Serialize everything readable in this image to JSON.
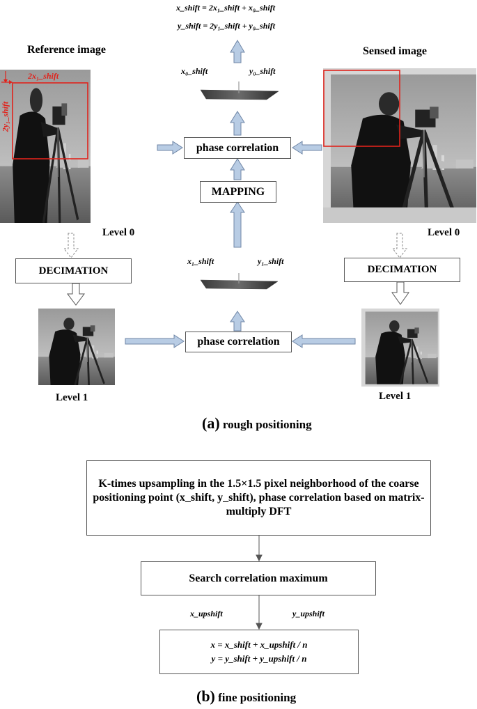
{
  "part_a": {
    "top_equations": [
      "x_shift = 2x₁_shift + x₀_shift",
      "y_shift = 2y₁_shift + y₀_shift"
    ],
    "reference_title": "Reference image",
    "sensed_title": "Sensed image",
    "ref_annotation_x": "2x₁_shift",
    "ref_annotation_y": "2y₁_shift",
    "level0_left": "Level  0",
    "level0_right": "Level  0",
    "decimation_left": "DECIMATION",
    "decimation_right": "DECIMATION",
    "level1_left": "Level  1",
    "level1_right": "Level  1",
    "x0_label": "x₀_shift",
    "y0_label": "y₀_shift",
    "x1_label": "x₁_shift",
    "y1_label": "y₁_shift",
    "phase_corr_top": "phase correlation",
    "phase_corr_bottom": "phase correlation",
    "mapping": "MAPPING",
    "caption_letter": "(a)",
    "caption_text": "rough positioning"
  },
  "part_b": {
    "upsample_box": "K-times upsampling in the 1.5×1.5 pixel neighborhood of the coarse positioning point (x_shift, y_shift), phase correlation based on matrix-multiply DFT",
    "search_box": "Search correlation maximum",
    "x_up_label": "x_upshift",
    "y_up_label": "y_upshift",
    "result_eq_1": "x = x_shift + x_upshift / n",
    "result_eq_2": "y = y_shift + y_upshift / n",
    "caption_letter": "(b)",
    "caption_text": "fine positioning"
  },
  "colors": {
    "arrow_fill": "#b8cce4",
    "arrow_stroke": "#6f86a6",
    "annotation_red": "#e0231c"
  }
}
